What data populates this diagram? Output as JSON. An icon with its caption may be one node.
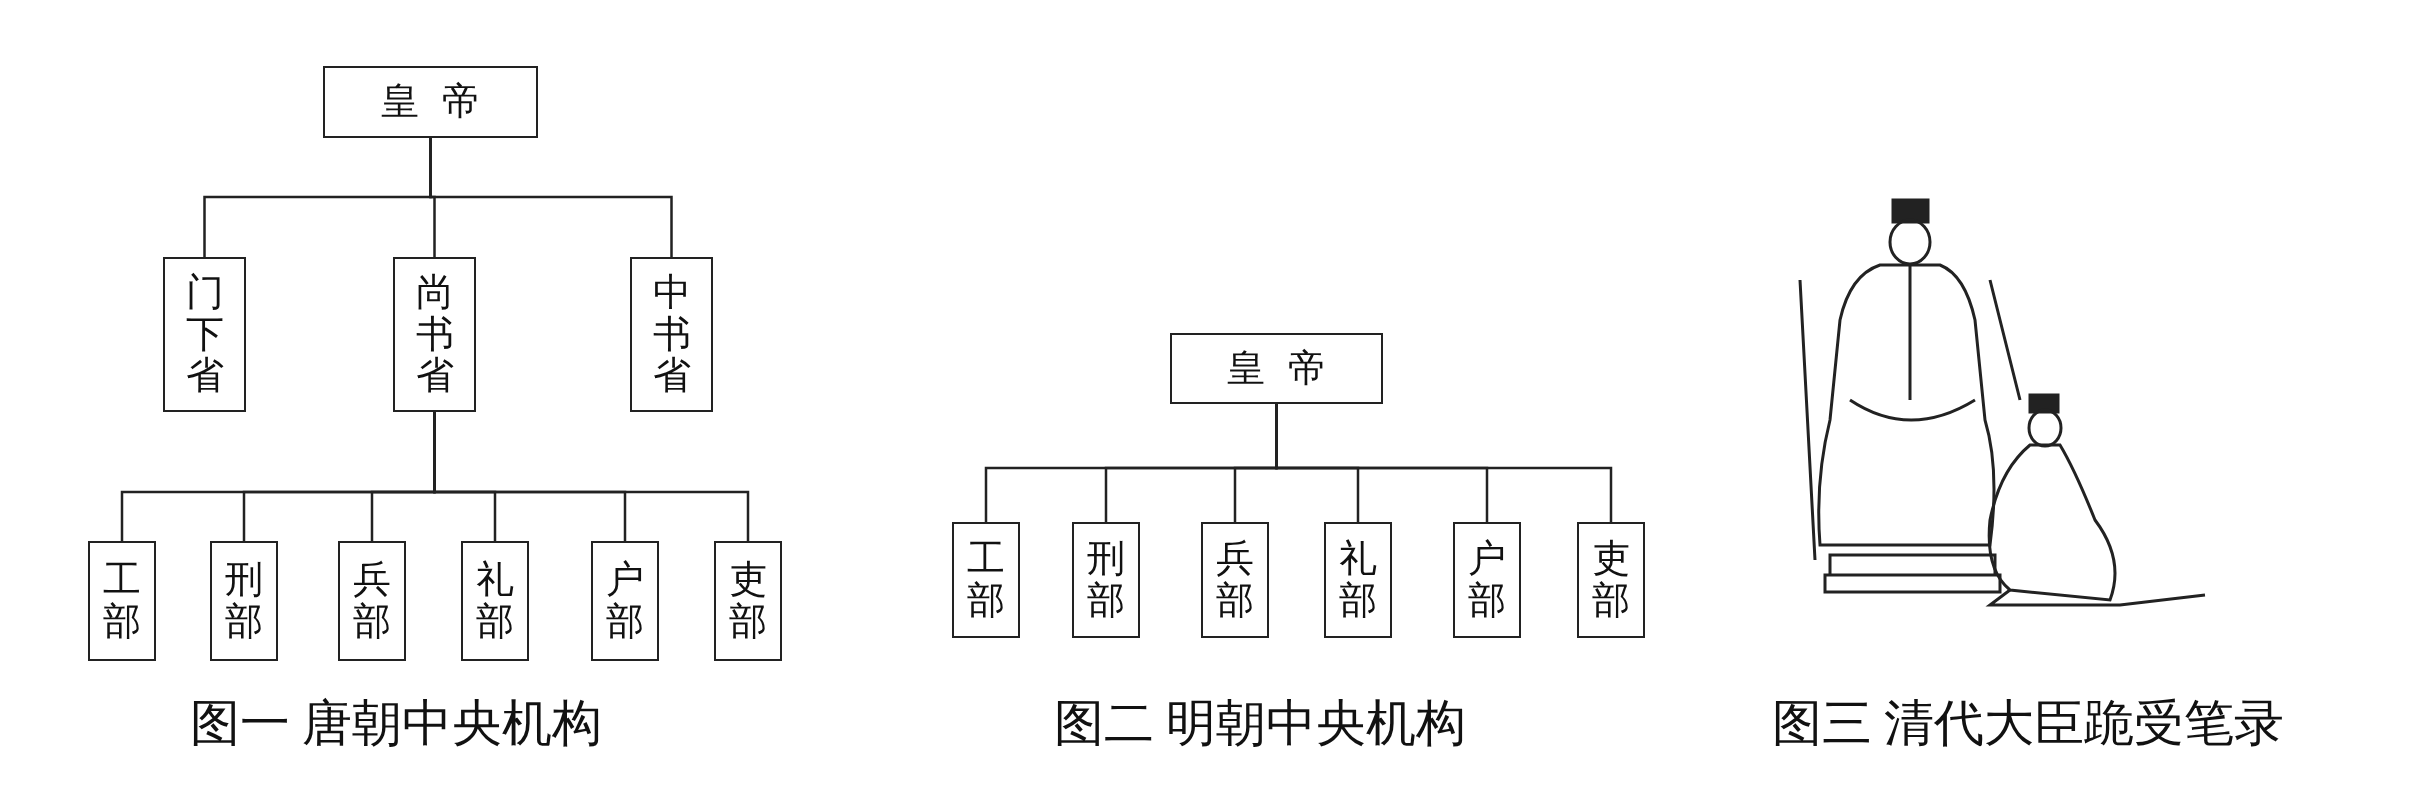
{
  "diagram": {
    "nodes": [
      {
        "text": [
          "皇帝"
        ]
      },
      {
        "text": [
          "门下省"
        ]
      },
      {
        "text": [
          "尚书省"
        ]
      },
      {
        "text": [
          "中书省"
        ]
      },
      {
        "text": [
          "工部"
        ]
      },
      {
        "text": [
          "刑部"
        ]
      },
      {
        "text": [
          "兵部"
        ]
      },
      {
        "text": [
          "礼部"
        ]
      },
      {
        "text": [
          "户部"
        ]
      },
      {
        "text": [
          "吏部"
        ]
      },
      {
        "text": [
          "皇帝"
        ]
      },
      {
        "text": [
          "工部"
        ]
      },
      {
        "text": [
          "刑部"
        ]
      },
      {
        "text": [
          "兵部"
        ]
      },
      {
        "text": [
          "礼部"
        ]
      },
      {
        "text": [
          "户部"
        ]
      },
      {
        "text": [
          "吏部"
        ]
      }
    ],
    "edges": [
      {
        "from": 0,
        "to": 1,
        "arrow": "none"
      },
      {
        "from": 0,
        "to": 2,
        "arrow": "none"
      },
      {
        "from": 0,
        "to": 3,
        "arrow": "none"
      },
      {
        "from": 2,
        "to": 4,
        "arrow": "none"
      },
      {
        "from": 2,
        "to": 5,
        "arrow": "none"
      },
      {
        "from": 2,
        "to": 6,
        "arrow": "none"
      },
      {
        "from": 2,
        "to": 7,
        "arrow": "none"
      },
      {
        "from": 2,
        "to": 8,
        "arrow": "none"
      },
      {
        "from": 2,
        "to": 9,
        "arrow": "none"
      },
      {
        "from": 10,
        "to": 11,
        "arrow": "none"
      },
      {
        "from": 10,
        "to": 12,
        "arrow": "none"
      },
      {
        "from": 10,
        "to": 13,
        "arrow": "none"
      },
      {
        "from": 10,
        "to": 14,
        "arrow": "none"
      },
      {
        "from": 10,
        "to": 15,
        "arrow": "none"
      },
      {
        "from": 10,
        "to": 16,
        "arrow": "none"
      }
    ],
    "labels": [
      "图一 唐朝中央机构",
      "图二 明朝中央机构",
      "图三 清代大臣跪受笔录"
    ]
  }
}
